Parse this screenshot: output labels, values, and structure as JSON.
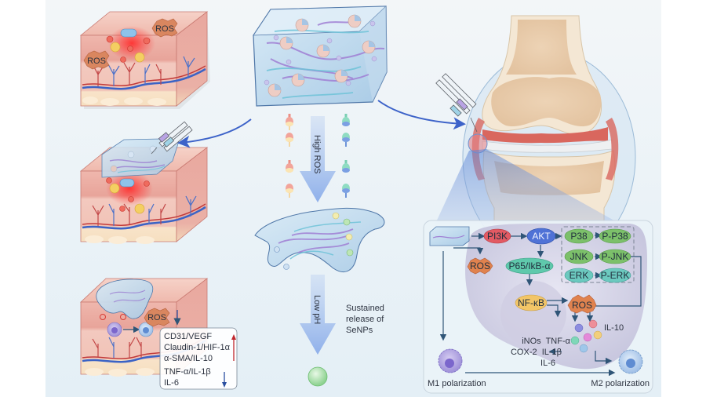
{
  "figure": {
    "left_column": {
      "panel1": {
        "ros_labels": [
          "ROS",
          "ROS"
        ]
      },
      "panel3": {
        "ros_label": "ROS",
        "upregulated": [
          "CD31/VEGF",
          "Claudin-1/HIF-1α",
          "α-SMA/IL-10"
        ],
        "downregulated": [
          "TNF-α/IL-1β",
          "IL-6"
        ]
      }
    },
    "center_column": {
      "arrow_high_ros": "High ROS",
      "arrow_low_ph": "Low pH",
      "release_note": [
        "Sustained",
        "release of",
        "SeNPs"
      ]
    },
    "pathway": {
      "nodes": {
        "pi3k": "PI3K",
        "akt": "AKT",
        "p38": "P38",
        "p_p38": "P-P38",
        "jnk": "JNK",
        "p_jnk": "P-JNK",
        "erk": "ERK",
        "p_erk": "P-ERK",
        "p65": "P65/IkB-α",
        "ros_left": "ROS",
        "nfkb": "NF-κB",
        "ros_right": "ROS"
      },
      "cytokines_pro": [
        "iNOs  TNF-α",
        "COX-2  IL-1β",
        "IL-6"
      ],
      "cytokine_anti": "IL-10",
      "m1_label": "M1 polarization",
      "m2_label": "M2 polarization"
    },
    "colors": {
      "arrow_blue": "#3d63c9",
      "pathway_line": "#2f5577",
      "pi3k": "#e25a63",
      "akt": "#4f72d6",
      "mapk_green": "#7cc06a",
      "p65_teal": "#5fc9ac",
      "erk_teal": "#6cc9bf",
      "ros_orange": "#e0824e",
      "nfkb_yellow": "#f2c567",
      "up_arrow": "#c0272d",
      "down_arrow": "#2a4fa0"
    }
  }
}
